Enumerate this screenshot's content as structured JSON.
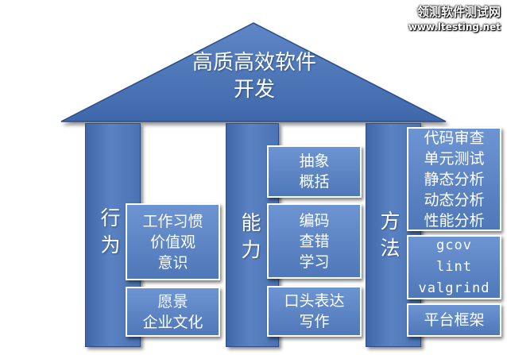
{
  "watermark": {
    "line1": "领测软件测试网",
    "line2": "www.ltesting.net"
  },
  "roof": {
    "title": "高质高效软件\n开发"
  },
  "pillars": [
    {
      "label": "行为",
      "boxes": [
        "工作习惯\n价值观\n意识",
        "愿景\n企业文化"
      ]
    },
    {
      "label": "能力",
      "boxes": [
        "抽象\n概括",
        "编码\n查错\n学习",
        "口头表达\n写作"
      ]
    },
    {
      "label": "方法",
      "boxes": [
        "代码审查\n单元测试\n静态分析\n动态分析\n性能分析",
        "gcov\nlint\nvalgrind",
        "平台框架"
      ]
    }
  ],
  "colors": {
    "roof_fill": "#4a73b4",
    "pillar_fill": "#4a73b4",
    "box_fill": "#5b83c3",
    "text": "#ffffff"
  }
}
